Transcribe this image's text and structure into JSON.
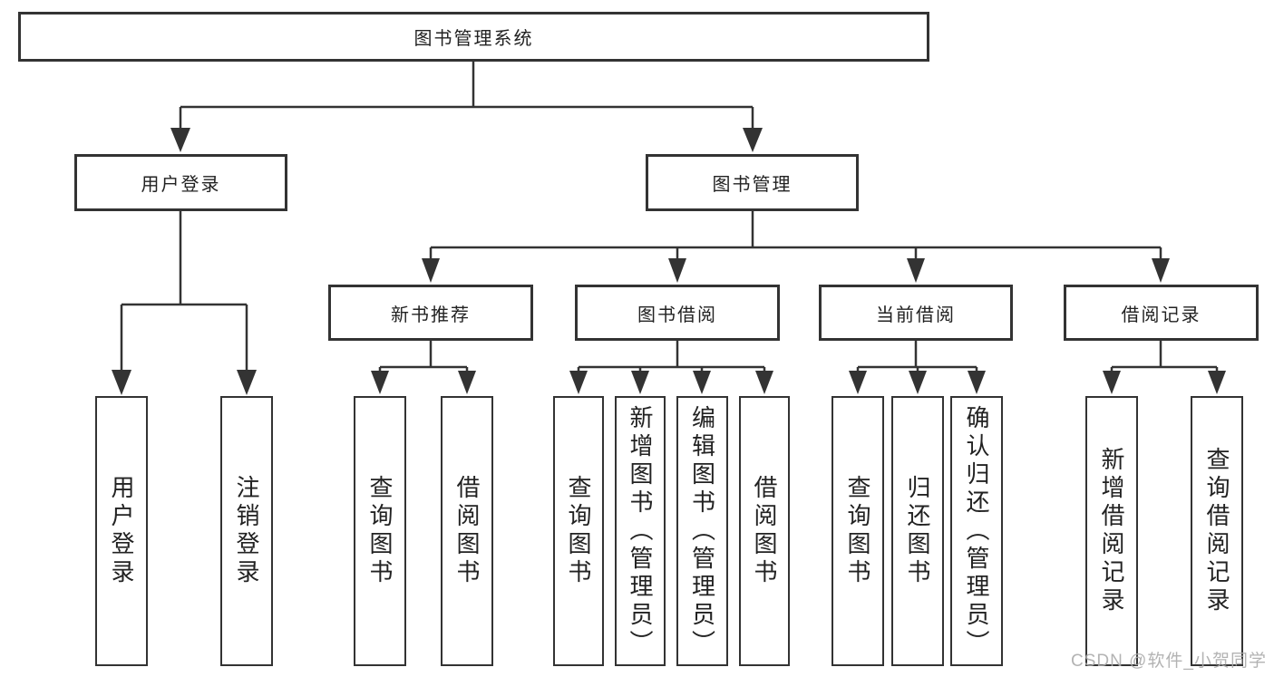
{
  "diagram": {
    "root": "图书管理系统",
    "user_login": {
      "label": "用户登录",
      "children": [
        "用户登录",
        "注销登录"
      ]
    },
    "book_mgmt": {
      "label": "图书管理",
      "sections": [
        {
          "label": "新书推荐",
          "children": [
            "查询图书",
            "借阅图书"
          ]
        },
        {
          "label": "图书借阅",
          "children": [
            "查询图书",
            "新增图书（管理员）",
            "编辑图书（管理员）",
            "借阅图书"
          ]
        },
        {
          "label": "当前借阅",
          "children": [
            "查询图书",
            "归还图书",
            "确认归还（管理员）"
          ]
        },
        {
          "label": "借阅记录",
          "children": [
            "新增借阅记录",
            "查询借阅记录"
          ]
        }
      ]
    }
  },
  "watermark": "CSDN @软件_小贺同学",
  "colors": {
    "line": "#333333",
    "text": "#222222",
    "watermark": "#ababab",
    "background": "#ffffff"
  }
}
